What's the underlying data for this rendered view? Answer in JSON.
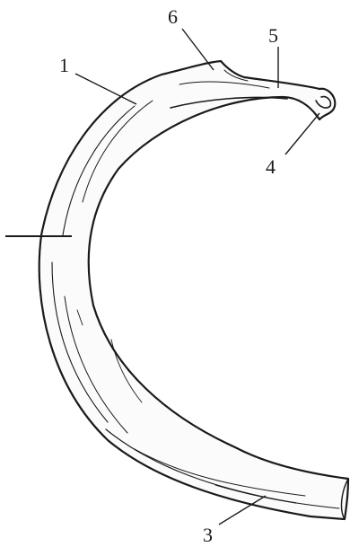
{
  "diagram": {
    "labels": [
      {
        "id": "label-1",
        "text": "1"
      },
      {
        "id": "label-3",
        "text": "3"
      },
      {
        "id": "label-4",
        "text": "4"
      },
      {
        "id": "label-5",
        "text": "5"
      },
      {
        "id": "label-6",
        "text": "6"
      }
    ],
    "colors": {
      "ink": "#1a1a1a",
      "background": "#ffffff",
      "bone_fill": "#fbfbfb"
    }
  }
}
